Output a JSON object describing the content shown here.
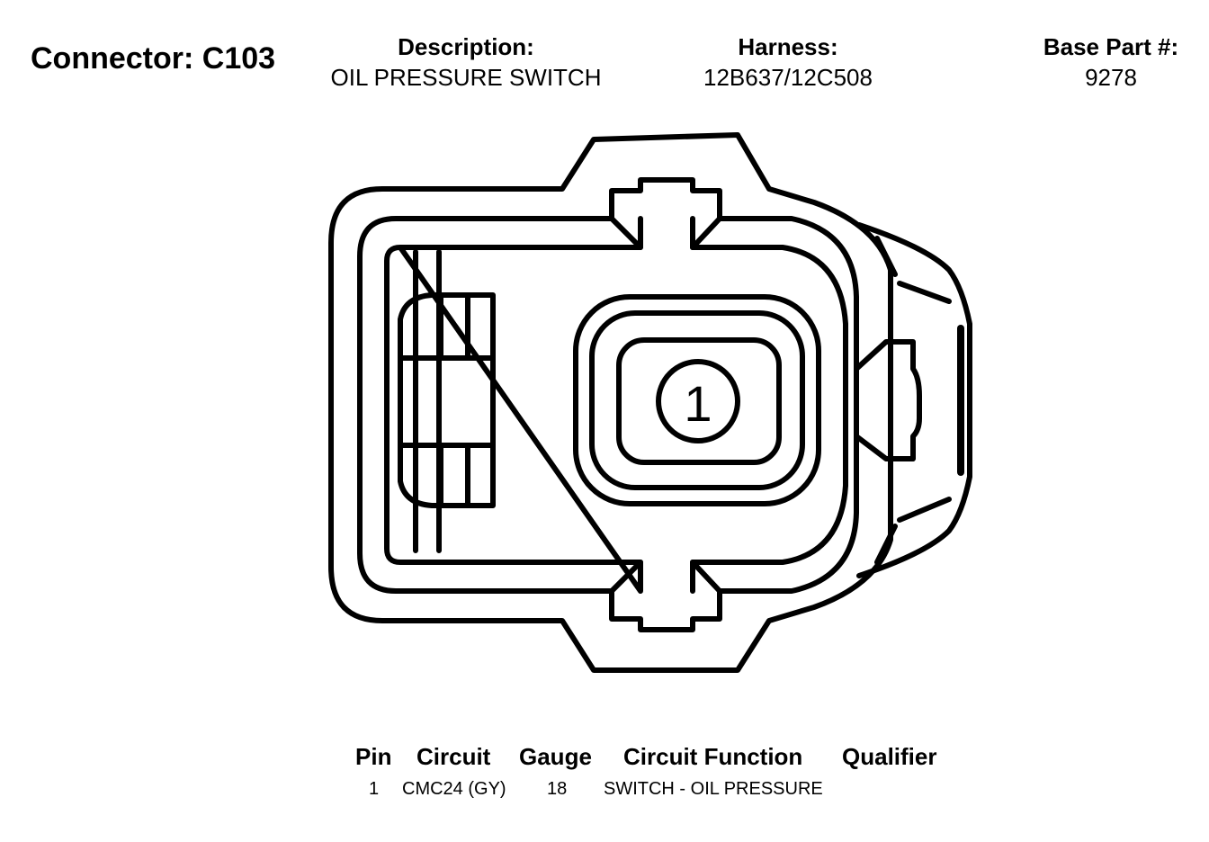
{
  "connector": {
    "label": "Connector:",
    "id": "C103"
  },
  "description": {
    "label": "Description:",
    "value": "OIL PRESSURE SWITCH"
  },
  "harness": {
    "label": "Harness:",
    "value": "12B637/12C508"
  },
  "base_part": {
    "label": "Base Part #:",
    "value": "9278"
  },
  "pin_label": "1",
  "table": {
    "headers": [
      "Pin",
      "Circuit",
      "Gauge",
      "Circuit Function",
      "Qualifier"
    ],
    "rows": [
      [
        "1",
        "CMC24 (GY)",
        "18",
        "SWITCH - OIL PRESSURE",
        ""
      ]
    ]
  }
}
